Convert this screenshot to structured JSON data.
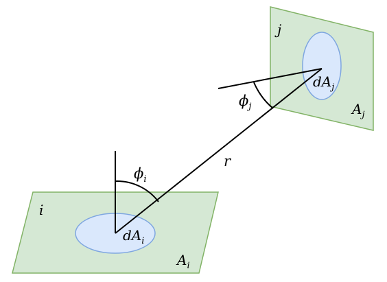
{
  "colors": {
    "plane_fill": "#d5e8d4",
    "plane_stroke": "#82b366",
    "ellipse_fill": "#dae8fc",
    "ellipse_stroke": "#7ea6e0",
    "line": "#000000"
  },
  "labels": {
    "plane_i": "i",
    "plane_j": "j",
    "area_i_main": "A",
    "area_i_sub": "i",
    "area_j_main": "A",
    "area_j_sub": "j",
    "darea_i_main": "dA",
    "darea_i_sub": "i",
    "darea_j_main": "dA",
    "darea_j_sub": "j",
    "phi_i_main": "ϕ",
    "phi_i_sub": "i",
    "phi_j_main": "ϕ",
    "phi_j_sub": "j",
    "distance": "r"
  }
}
